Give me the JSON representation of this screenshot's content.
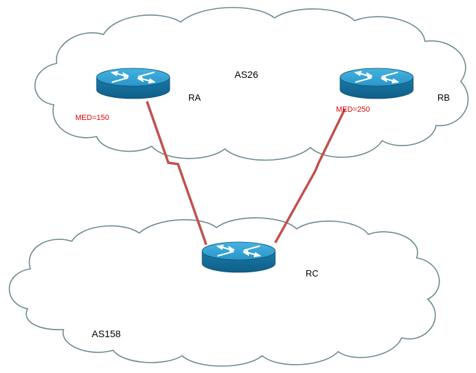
{
  "diagram": {
    "autonomous_systems": [
      {
        "id": "top",
        "label": "AS26"
      },
      {
        "id": "bottom",
        "label": "AS158"
      }
    ],
    "routers": [
      {
        "id": "ra",
        "label": "RA"
      },
      {
        "id": "rb",
        "label": "RB"
      },
      {
        "id": "rc",
        "label": "RC"
      }
    ],
    "med_labels": [
      {
        "router": "ra",
        "text": "MED=150"
      },
      {
        "router": "rb",
        "text": "MED=250"
      }
    ],
    "links": [
      {
        "from": "ra",
        "to": "rc",
        "type": "serial"
      },
      {
        "from": "rb",
        "to": "rc",
        "type": "serial"
      }
    ],
    "colors": {
      "cloud_stroke": "#6b8a8f",
      "link": "#c0504d",
      "med_text": "#e00000",
      "router_body": "#1f7fae",
      "router_top": "#2fa0d4",
      "router_arrows": "#ffffff"
    }
  }
}
